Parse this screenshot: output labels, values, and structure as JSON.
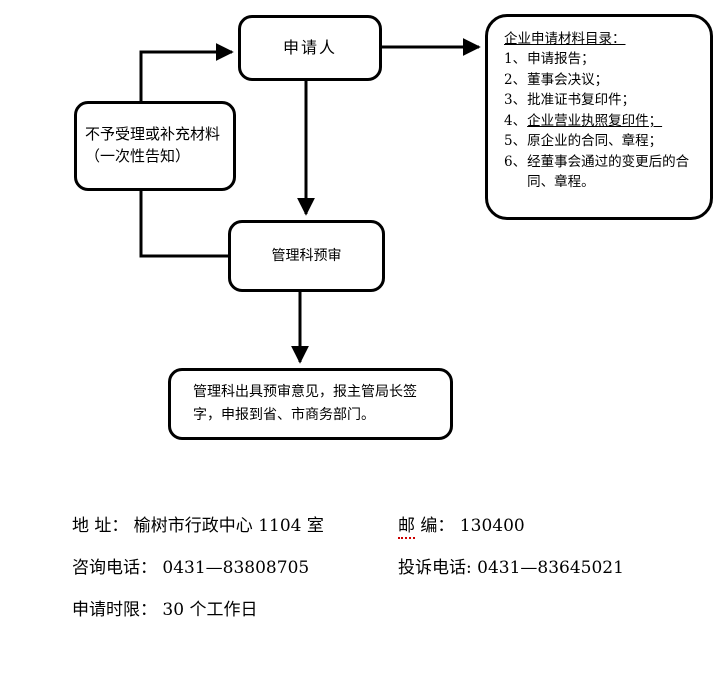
{
  "diagram": {
    "nodes": {
      "applicant": {
        "label": "申请人"
      },
      "reject": {
        "label": "不予受理或补充材料（一次性告知）"
      },
      "prereview": {
        "label": "管理科预审"
      },
      "opinion": {
        "label": "管理科出具预审意见，报主管局长签字，申报到省、市商务部门。"
      }
    },
    "materials": {
      "title": "企业申请材料目录：",
      "items": [
        {
          "num": "1、",
          "text": "申请报告；",
          "underlined": false
        },
        {
          "num": "2、",
          "text": "董事会决议；",
          "underlined": false
        },
        {
          "num": "3、",
          "text": "批准证书复印件；",
          "underlined": false
        },
        {
          "num": "4、",
          "text": "企业营业执照复印件；",
          "underlined": true
        },
        {
          "num": "5、",
          "text": "原企业的合同、章程；",
          "underlined": false
        },
        {
          "num": "6、",
          "text": "经董事会通过的变更后的合同、章程。",
          "underlined": false
        }
      ]
    },
    "colors": {
      "stroke": "#000000",
      "background": "#ffffff",
      "spellcheck": "#cc0000"
    }
  },
  "footer": {
    "rows": [
      {
        "left_label": "地        址：",
        "left_value": "榆树市行政中心 1104 室",
        "right_label": "邮    编：",
        "right_value": "130400"
      },
      {
        "left_label": "咨询电话：",
        "left_value": "0431—83808705",
        "right_label": "投诉电话:",
        "right_value": "0431—83645021"
      },
      {
        "left_label": "申请时限：",
        "left_value": "30 个工作日",
        "right_label": "",
        "right_value": ""
      }
    ]
  }
}
